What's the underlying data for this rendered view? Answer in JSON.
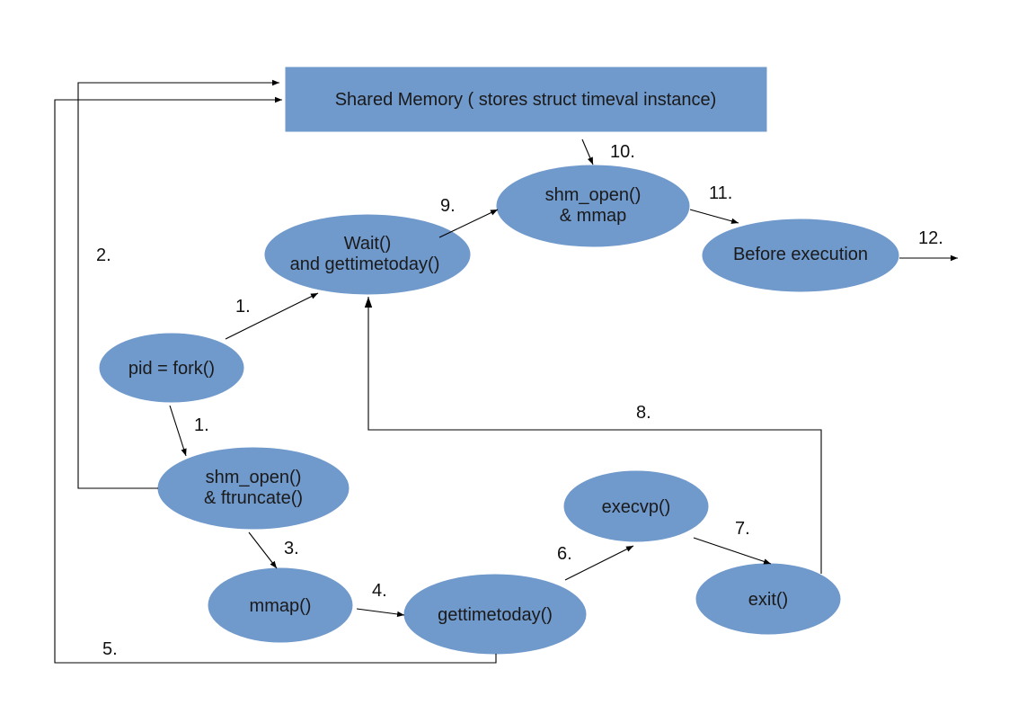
{
  "colors": {
    "node_fill": "#7099cc",
    "node_stroke": "#7099cc",
    "edge": "#000000"
  },
  "nodes": {
    "shared_memory": {
      "label": "Shared Memory ( stores struct timeval instance)"
    },
    "fork": {
      "label": "pid =  fork()"
    },
    "wait": {
      "line1": "Wait()",
      "line2": "and gettimetoday()"
    },
    "shm_open_mmap": {
      "line1": "shm_open()",
      "line2": "& mmap"
    },
    "before_execution": {
      "label": "Before execution"
    },
    "shm_open_ftruncate": {
      "line1": "shm_open()",
      "line2": "& ftruncate()"
    },
    "mmap": {
      "label": "mmap()"
    },
    "gettimetoday": {
      "label": "gettimetoday()"
    },
    "execvp": {
      "label": "execvp()"
    },
    "exit": {
      "label": "exit()"
    }
  },
  "edges": {
    "e1_wait": "1.",
    "e1_shm": "1.",
    "e2": "2.",
    "e3": "3.",
    "e4": "4.",
    "e5": "5.",
    "e6": "6.",
    "e7": "7.",
    "e8": "8.",
    "e9": "9.",
    "e10": "10.",
    "e11": "11.",
    "e12": "12."
  }
}
